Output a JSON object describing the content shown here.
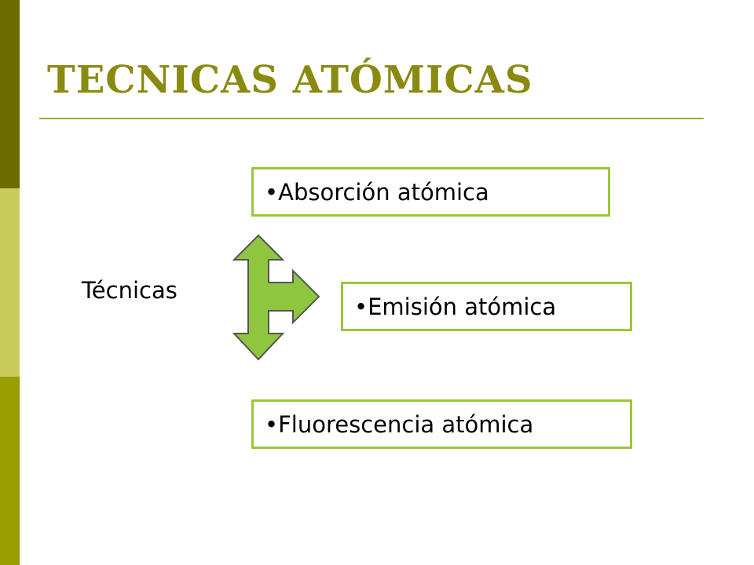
{
  "slide": {
    "title": "TECNICAS ATÓMICAS",
    "colors": {
      "title": "#8a8a10",
      "bar_dark": "#6b6b00",
      "bar_light": "#c9cc5a",
      "bar_mid": "#9a9e00",
      "rule": "#a4a82a",
      "box_border": "#9bc73a",
      "arrow_fill": "#8ec63f",
      "arrow_stroke": "#555555"
    }
  },
  "diagram": {
    "source_label": "Técnicas",
    "arrow_icon": "three-way-arrow",
    "items": [
      {
        "label": "•Absorción  atómica"
      },
      {
        "label": "•Emisión  atómica"
      },
      {
        "label": "•Fluorescencia  atómica"
      }
    ]
  }
}
